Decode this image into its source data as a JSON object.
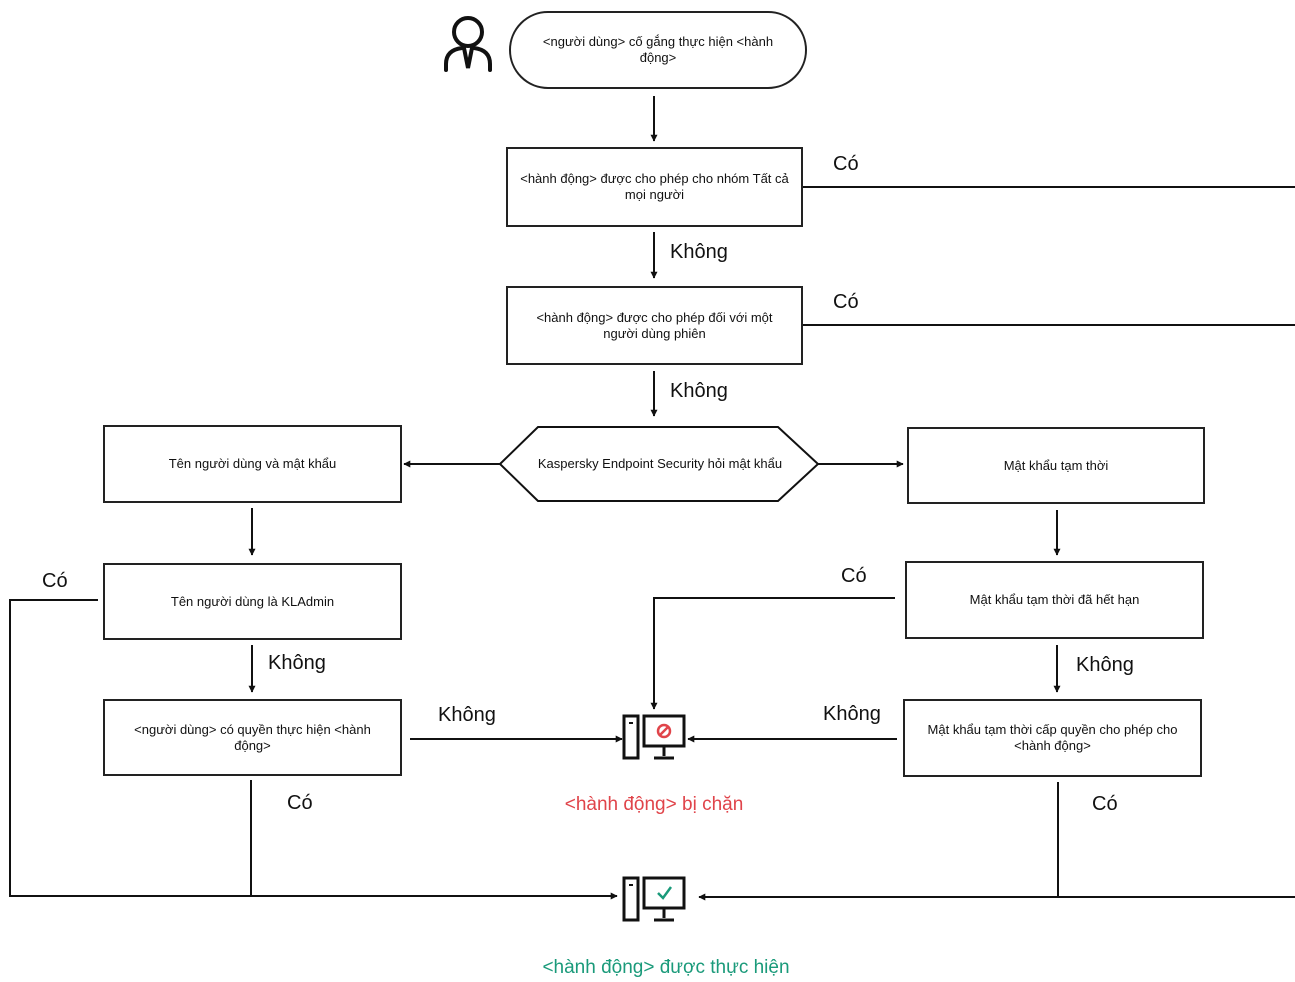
{
  "start": "<người dùng> cố gắng thực hiện <hành động>",
  "check_all_group": "<hành động> được cho phép cho nhóm Tất cả mọi người",
  "check_session_user": "<hành động> được cho phép đối với một người dùng phiên",
  "ask_password": "Kaspersky Endpoint Security hỏi mật khẩu",
  "username_password": "Tên người dùng và mật khẩu",
  "temp_password": "Mật khẩu tạm thời",
  "is_kladmin": "Tên người dùng là KLAdmin",
  "temp_expired": "Mật khẩu tạm thời đã hết hạn",
  "user_has_rights": "<người dùng> có quyền thực hiện <hành động>",
  "temp_grants": "Mật khẩu tạm thời cấp quyền cho phép cho <hành động>",
  "labels": {
    "yes": "Có",
    "no": "Không"
  },
  "results": {
    "blocked": "<hành động> bị chặn",
    "executed": "<hành động> được thực hiện"
  },
  "colors": {
    "blocked": "#e0444a",
    "executed": "#1a9a7a",
    "stroke": "#111111"
  },
  "icons": {
    "user": "user-icon",
    "blocked": "blocked-computer-icon",
    "allowed": "allowed-computer-icon"
  }
}
